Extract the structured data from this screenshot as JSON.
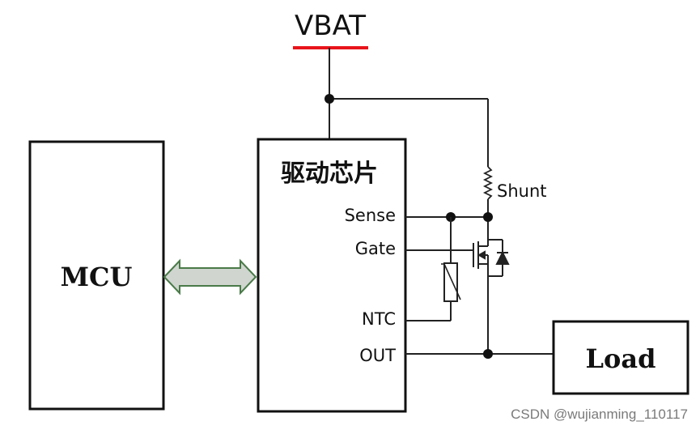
{
  "supply_label": "VBAT",
  "mcu_label": "MCU",
  "driver": {
    "title": "驱动芯片",
    "pins": {
      "sense": "Sense",
      "gate": "Gate",
      "ntc": "NTC",
      "out": "OUT"
    }
  },
  "shunt_label": "Shunt",
  "load_label": "Load",
  "watermark": "CSDN @wujianming_110117",
  "colors": {
    "supply_bar": "#e8141b",
    "wire": "#222222",
    "arrow_fill": "#d0d5d0",
    "arrow_stroke": "#4a7a48"
  }
}
